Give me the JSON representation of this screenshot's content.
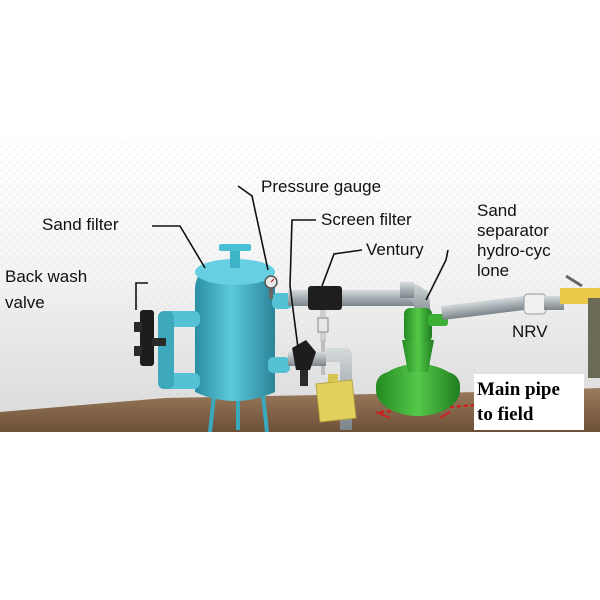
{
  "labels": {
    "pressure_gauge": "Pressure gauge",
    "sand_filter": "Sand filter",
    "screen_filter": "Screen filter",
    "sand_separator_1": "Sand",
    "sand_separator_2": "separator",
    "sand_separator_3": "hydro-cyc",
    "sand_separator_4": "lone",
    "back_wash_1": "Back wash",
    "back_wash_2": "valve",
    "venturi": "Ventury",
    "nrv": "NRV",
    "main_pipe_1": "Main pipe",
    "main_pipe_2": "to field"
  },
  "colors": {
    "filter_body": "#3fb3c8",
    "separator": "#3fb13a",
    "pipe": "#a9b0b4",
    "tank": "#e6d36a",
    "ground": "#8a6a4e"
  }
}
